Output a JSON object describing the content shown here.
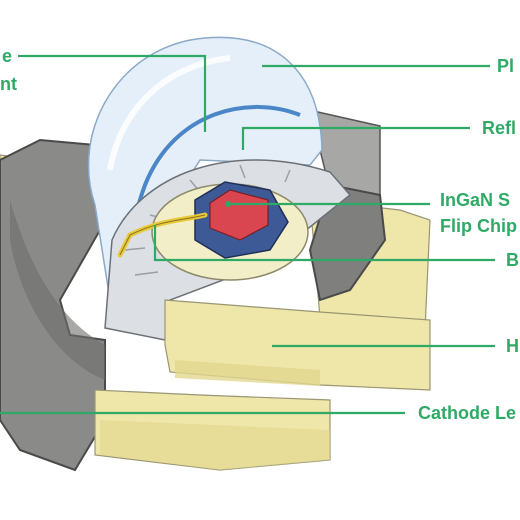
{
  "labels": {
    "lens_line1": "e",
    "lens_line2": "nt",
    "phosphor": "Pl",
    "reflector": "Refl",
    "chip_line1": "InGaN S",
    "chip_line2": "Flip Chip",
    "bond": "B",
    "heat": "H",
    "cathode": "Cathode Le"
  },
  "colors": {
    "label_green": "#2faa66",
    "housing": "#8a8a88",
    "lens": "#e4eff9",
    "lens_edge": "#4a86c8",
    "reflector": "#dcdfe3",
    "pad": "#f2eec8",
    "lead": "#efe6a9",
    "chip_base": "#3d5a96",
    "chip_top": "#d9464f",
    "wire": "#e8c93a"
  }
}
